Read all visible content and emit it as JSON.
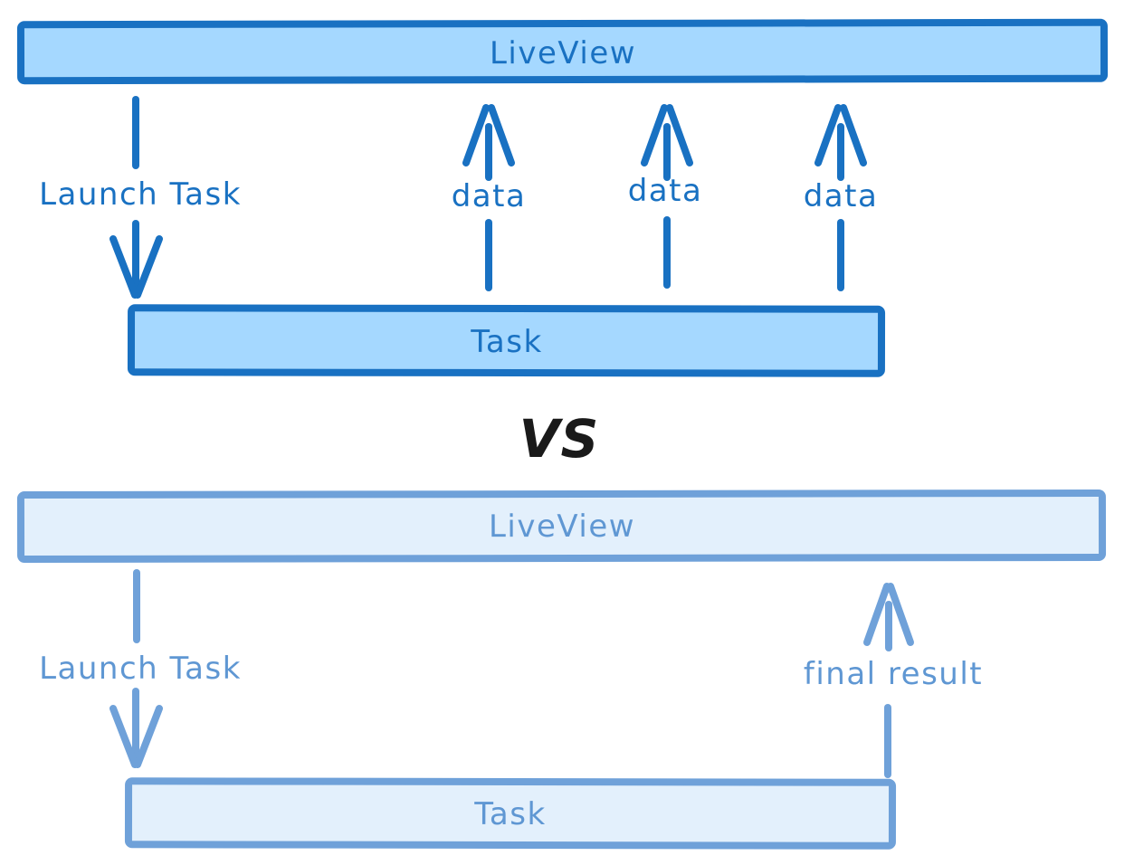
{
  "vs_label": "VS",
  "colors": {
    "primary_stroke": "#1971c2",
    "primary_fill": "#a5d8ff",
    "primary_text": "#1971c2",
    "secondary_stroke": "#6fa1d9",
    "secondary_fill": "#e3f0fc",
    "secondary_text": "#5f97d3",
    "vs_color": "#1a1a1a",
    "canvas_bg": "#ffffff"
  },
  "diagram_top": {
    "liveview_label": "LiveView",
    "task_label": "Task",
    "launch_arrow_label": "Launch Task",
    "data_arrow_labels": [
      "data",
      "data",
      "data"
    ]
  },
  "diagram_bottom": {
    "liveview_label": "LiveView",
    "task_label": "Task",
    "launch_arrow_label": "Launch Task",
    "result_arrow_label": "final result"
  }
}
